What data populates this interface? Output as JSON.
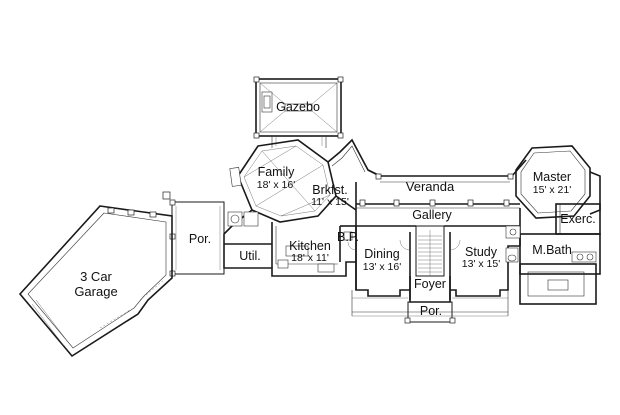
{
  "rooms": {
    "gazebo": {
      "name": "Gazebo"
    },
    "family": {
      "name": "Family",
      "size": "18' x 16'"
    },
    "brkfst": {
      "name": "Brkfst.",
      "size": "11' x 15'"
    },
    "veranda": {
      "name": "Veranda"
    },
    "master": {
      "name": "Master",
      "size": "15' x 21'"
    },
    "exerc": {
      "name": "Exerc."
    },
    "gallery": {
      "name": "Gallery"
    },
    "porch_left": {
      "name": "Por."
    },
    "util": {
      "name": "Util."
    },
    "kitchen": {
      "name": "Kitchen",
      "size": "18' x 11'"
    },
    "bp": {
      "name": "B.P."
    },
    "dining": {
      "name": "Dining",
      "size": "13' x 16'"
    },
    "study": {
      "name": "Study",
      "size": "13' x 15'"
    },
    "mbath": {
      "name": "M.Bath"
    },
    "foyer": {
      "name": "Foyer"
    },
    "porch_front": {
      "name": "Por."
    },
    "garage": {
      "name": "3 Car",
      "name2": "Garage"
    }
  }
}
